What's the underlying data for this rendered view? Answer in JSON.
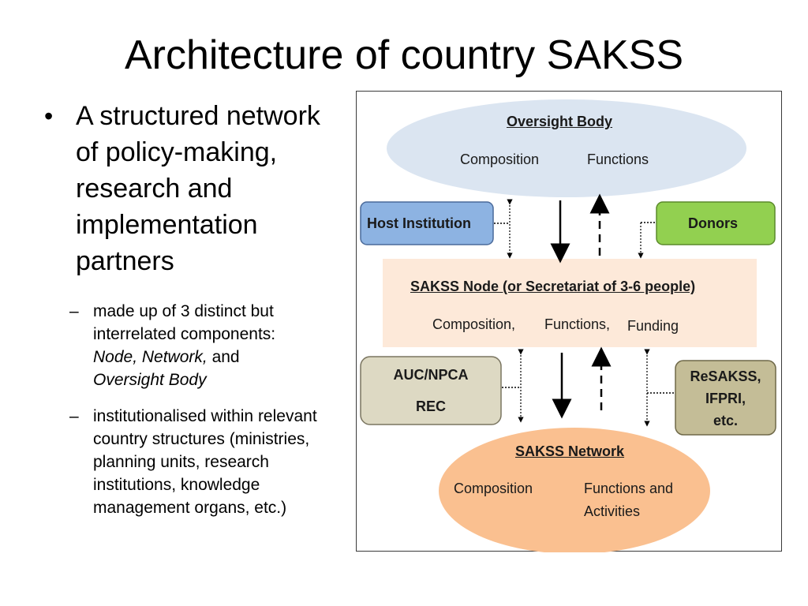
{
  "slide": {
    "title": "Architecture of country SAKSS"
  },
  "bullets": {
    "main": "A structured network of policy-making, research and implementation partners",
    "sub1_line1": "made up of 3 distinct but",
    "sub1_line2": "interrelated components:",
    "sub1_node": "Node, Network,",
    "sub1_and": " and",
    "sub1_oversight": "Oversight Body",
    "sub2": "institutionalised within relevant country structures (ministries, planning units, research institutions, knowledge management organs, etc.)"
  },
  "diagram": {
    "oversight": {
      "title": "Oversight Body",
      "composition": "Composition",
      "functions": "Functions"
    },
    "host_institution": "Host Institution",
    "donors": "Donors",
    "node": {
      "title": "SAKSS Node (or Secretariat of 3-6 people)",
      "composition": "Composition,",
      "functions": "Functions,",
      "funding": "Funding"
    },
    "auc": {
      "line1": "AUC/NPCA",
      "line2": "REC"
    },
    "resakss": {
      "line1": "ReSAKSS,",
      "line2": "IFPRI,",
      "line3": "etc."
    },
    "network": {
      "title": "SAKSS Network",
      "composition": "Composition",
      "functions_line1": "Functions and",
      "functions_line2": "Activities"
    },
    "colors": {
      "oversight_fill": "#dbe5f1",
      "host_fill": "#8db3e2",
      "donors_fill": "#92d050",
      "node_fill": "#fde9d9",
      "auc_fill": "#ddd9c3",
      "resakss_fill": "#c4bd97",
      "network_fill": "#fac090"
    }
  }
}
